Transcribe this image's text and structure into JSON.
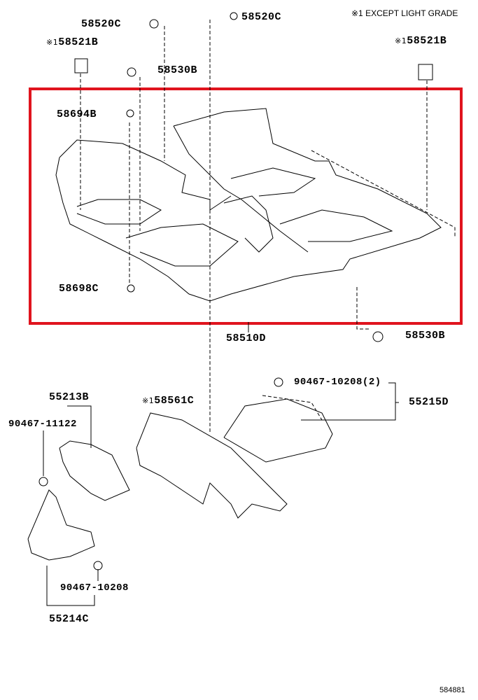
{
  "note": "※1 EXCEPT LIGHT GRADE",
  "mark": "※1",
  "labels": {
    "p58520c_left": "58520C",
    "p58520c_right": "58520C",
    "p58521b_left": "58521B",
    "p58521b_right": "58521B",
    "p58530b_top": "58530B",
    "p58694b": "58694B",
    "p58698c": "58698C",
    "p58510d": "58510D",
    "p58530b_bottom": "58530B",
    "p90467_10208_2": "90467-10208(2)",
    "p55215d": "55215D",
    "p55213b": "55213B",
    "p58561c": "58561C",
    "p90467_11122": "90467-11122",
    "p90467_10208": "90467-10208",
    "p55214c": "55214C"
  },
  "figure_id": "584881",
  "highlight_color": "#e0141e"
}
